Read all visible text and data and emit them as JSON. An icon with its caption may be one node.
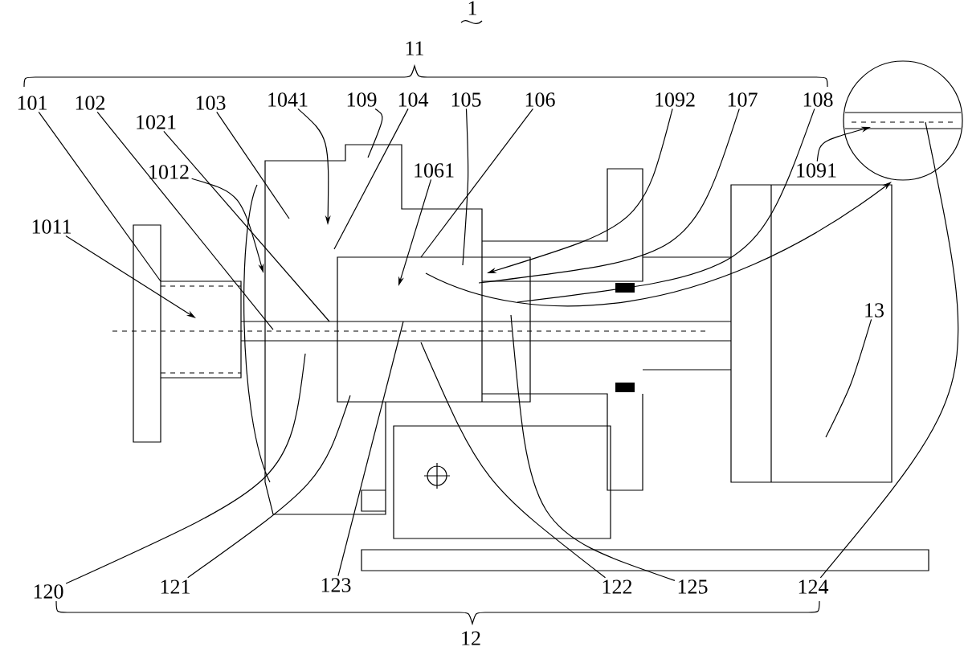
{
  "diagram": {
    "nodes": [
      {
        "text": [
          "101"
        ]
      },
      {
        "text": [
          "102"
        ]
      },
      {
        "text": [
          "1021"
        ]
      },
      {
        "text": [
          "103"
        ]
      },
      {
        "text": [
          "1041"
        ]
      },
      {
        "text": [
          "109"
        ]
      },
      {
        "text": [
          "104"
        ]
      },
      {
        "text": [
          "105"
        ]
      },
      {
        "text": [
          "106"
        ]
      },
      {
        "text": [
          "1092"
        ]
      },
      {
        "text": [
          "107"
        ]
      },
      {
        "text": [
          "108"
        ]
      },
      {
        "text": [
          "1012"
        ]
      },
      {
        "text": [
          "1061"
        ]
      },
      {
        "text": [
          "1091"
        ]
      },
      {
        "text": [
          "1011"
        ]
      },
      {
        "text": [
          "13"
        ]
      },
      {
        "text": [
          "120"
        ]
      },
      {
        "text": [
          "121"
        ]
      },
      {
        "text": [
          "123"
        ]
      },
      {
        "text": [
          "122"
        ]
      },
      {
        "text": [
          "125"
        ]
      },
      {
        "text": [
          "124"
        ]
      }
    ],
    "edges": [
      {
        "from": 0,
        "to": null,
        "arrow": "none"
      },
      {
        "from": 1,
        "to": null,
        "arrow": "none"
      },
      {
        "from": 2,
        "to": null,
        "arrow": "none"
      },
      {
        "from": 3,
        "to": null,
        "arrow": "none"
      },
      {
        "from": 4,
        "to": null,
        "arrow": "to"
      },
      {
        "from": 5,
        "to": null,
        "arrow": "none"
      },
      {
        "from": 6,
        "to": null,
        "arrow": "none"
      },
      {
        "from": 7,
        "to": null,
        "arrow": "none"
      },
      {
        "from": 8,
        "to": null,
        "arrow": "none"
      },
      {
        "from": 9,
        "to": null,
        "arrow": "to"
      },
      {
        "from": 10,
        "to": null,
        "arrow": "none"
      },
      {
        "from": 11,
        "to": null,
        "arrow": "none"
      },
      {
        "from": 12,
        "to": null,
        "arrow": "to"
      },
      {
        "from": 13,
        "to": null,
        "arrow": "to"
      },
      {
        "from": 14,
        "to": null,
        "arrow": "to"
      },
      {
        "from": 15,
        "to": null,
        "arrow": "to"
      },
      {
        "from": 16,
        "to": null,
        "arrow": "none"
      },
      {
        "from": 17,
        "to": null,
        "arrow": "none"
      },
      {
        "from": 18,
        "to": null,
        "arrow": "none"
      },
      {
        "from": 19,
        "to": null,
        "arrow": "none"
      },
      {
        "from": 20,
        "to": null,
        "arrow": "none"
      },
      {
        "from": 21,
        "to": null,
        "arrow": "none"
      },
      {
        "from": 22,
        "to": null,
        "arrow": "none"
      }
    ],
    "labels": [
      "1",
      "11",
      "12"
    ]
  }
}
